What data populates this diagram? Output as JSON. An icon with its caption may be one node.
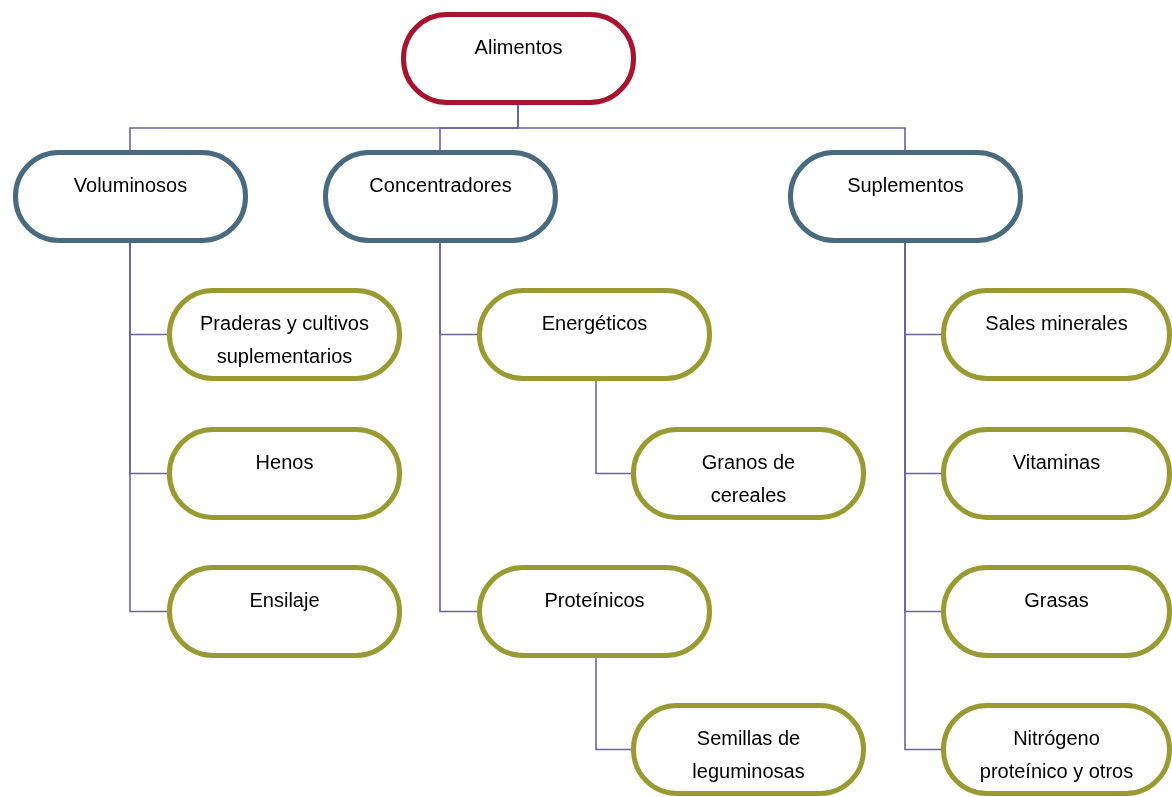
{
  "diagram": {
    "nodes": [
      {
        "text": [
          "Alimentos"
        ]
      },
      {
        "text": [
          "Voluminosos"
        ]
      },
      {
        "text": [
          "Concentradores"
        ]
      },
      {
        "text": [
          "Suplementos"
        ]
      },
      {
        "text": [
          "Praderas y cultivos suplementarios"
        ]
      },
      {
        "text": [
          "Henos"
        ]
      },
      {
        "text": [
          "Ensilaje"
        ]
      },
      {
        "text": [
          "Energéticos"
        ]
      },
      {
        "text": [
          "Granos de cereales"
        ]
      },
      {
        "text": [
          "Proteínicos"
        ]
      },
      {
        "text": [
          "Semillas de leguminosas"
        ]
      },
      {
        "text": [
          "Sales minerales"
        ]
      },
      {
        "text": [
          "Vitaminas"
        ]
      },
      {
        "text": [
          "Grasas"
        ]
      },
      {
        "text": [
          "Nitrógeno proteínico y otros"
        ]
      }
    ],
    "edges": [
      {
        "from": 0,
        "to": 1,
        "arrow": "none"
      },
      {
        "from": 0,
        "to": 2,
        "arrow": "none"
      },
      {
        "from": 0,
        "to": 3,
        "arrow": "none"
      },
      {
        "from": 1,
        "to": 4,
        "arrow": "none"
      },
      {
        "from": 1,
        "to": 5,
        "arrow": "none"
      },
      {
        "from": 1,
        "to": 6,
        "arrow": "none"
      },
      {
        "from": 2,
        "to": 7,
        "arrow": "none"
      },
      {
        "from": 7,
        "to": 8,
        "arrow": "none"
      },
      {
        "from": 2,
        "to": 9,
        "arrow": "none"
      },
      {
        "from": 9,
        "to": 10,
        "arrow": "none"
      },
      {
        "from": 3,
        "to": 11,
        "arrow": "none"
      },
      {
        "from": 3,
        "to": 12,
        "arrow": "none"
      },
      {
        "from": 3,
        "to": 13,
        "arrow": "none"
      },
      {
        "from": 3,
        "to": 14,
        "arrow": "none"
      }
    ]
  }
}
